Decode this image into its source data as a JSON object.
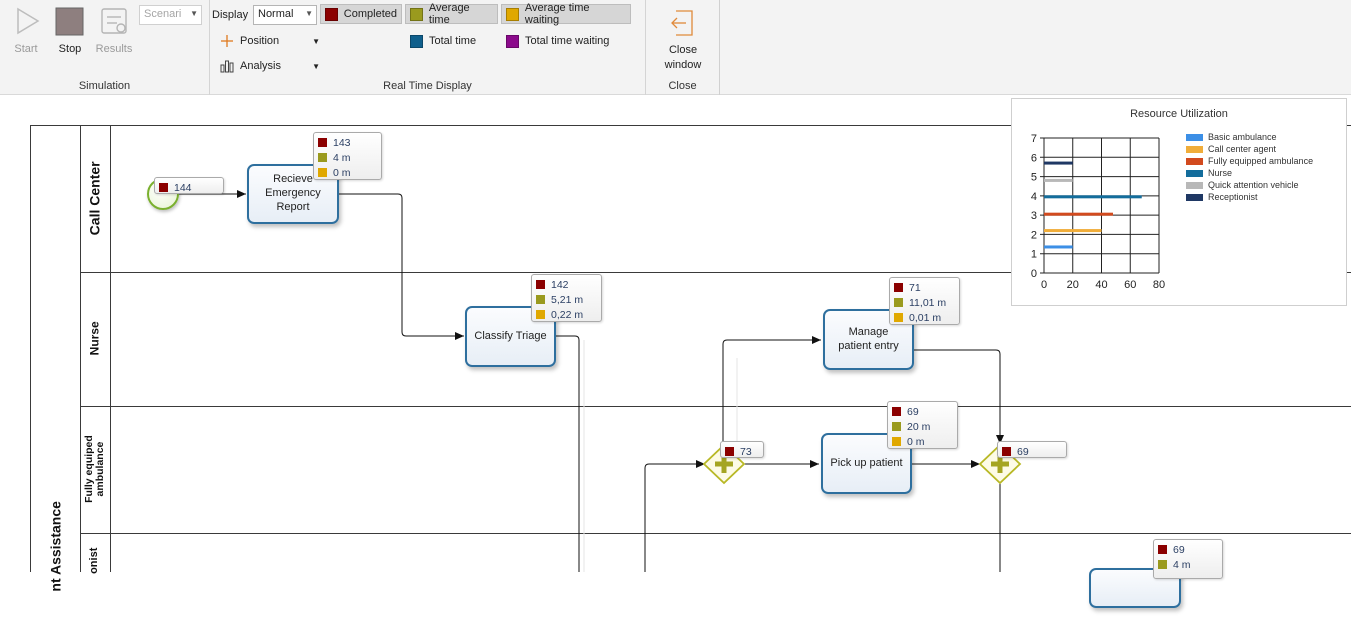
{
  "toolbar": {
    "simulation": {
      "start": "Start",
      "stop": "Stop",
      "results": "Results",
      "scenario_placeholder": "Scenari",
      "group_label": "Simulation"
    },
    "rtd": {
      "display_label": "Display",
      "display_value": "Normal",
      "position": "Position",
      "analysis": "Analysis",
      "completed": "Completed",
      "average_time": "Average time",
      "average_time_waiting": "Average time waiting",
      "total_time": "Total time",
      "total_time_waiting": "Total time waiting",
      "group_label": "Real Time Display"
    },
    "close": {
      "button": "Close window",
      "group_label": "Close"
    }
  },
  "colors": {
    "completed": "#8b0000",
    "average_time": "#9a9a1e",
    "average_time_waiting": "#e0a800",
    "total_time": "#0f5f8c",
    "total_time_waiting": "#8b0a8b",
    "task_border": "#2e6f9e",
    "gateway": "#c8c832"
  },
  "diagram": {
    "pool_label": "nt Assistance",
    "lanes": [
      "Call Center",
      "Nurse",
      "Fully equiped ambulance",
      "onist"
    ],
    "start_event": {
      "completed": "144"
    },
    "tasks": [
      {
        "name": "Recieve Emergency Report",
        "completed": "143",
        "avg_time": "4 m",
        "avg_wait": "0 m"
      },
      {
        "name": "Classify Triage",
        "completed": "142",
        "avg_time": "5,21 m",
        "avg_wait": "0,22 m"
      },
      {
        "name": "Manage patient entry",
        "completed": "71",
        "avg_time": "11,01 m",
        "avg_wait": "0,01 m"
      },
      {
        "name": "Pick up patient",
        "completed": "69",
        "avg_time": "20 m",
        "avg_wait": "0 m"
      },
      {
        "name": "",
        "completed": "69",
        "avg_time": "4 m"
      }
    ],
    "gateways": [
      {
        "completed": "73"
      },
      {
        "completed": "69"
      }
    ]
  },
  "chart_data": {
    "type": "bar",
    "orientation": "horizontal",
    "title": "Resource Utilization",
    "xlim": [
      0,
      80
    ],
    "ylim": [
      0,
      7
    ],
    "xticks": [
      "0",
      "20",
      "40",
      "60",
      "80"
    ],
    "yticks": [
      "0",
      "1",
      "2",
      "3",
      "4",
      "5",
      "6",
      "7"
    ],
    "grid": true,
    "legend_position": "right",
    "series": [
      {
        "name": "Basic ambulance",
        "color": "#3c8fe6",
        "y": 1.35,
        "value": 20
      },
      {
        "name": "Call center agent",
        "color": "#f0ad3a",
        "y": 2.2,
        "value": 40
      },
      {
        "name": "Fully equipped ambulance",
        "color": "#d24a1e",
        "y": 3.05,
        "value": 48
      },
      {
        "name": "Nurse",
        "color": "#136d9c",
        "y": 3.95,
        "value": 68
      },
      {
        "name": "Quick attention vehicle",
        "color": "#b8b8b8",
        "y": 4.8,
        "value": 20
      },
      {
        "name": "Receptionist",
        "color": "#1f3864",
        "y": 5.7,
        "value": 20
      }
    ]
  }
}
